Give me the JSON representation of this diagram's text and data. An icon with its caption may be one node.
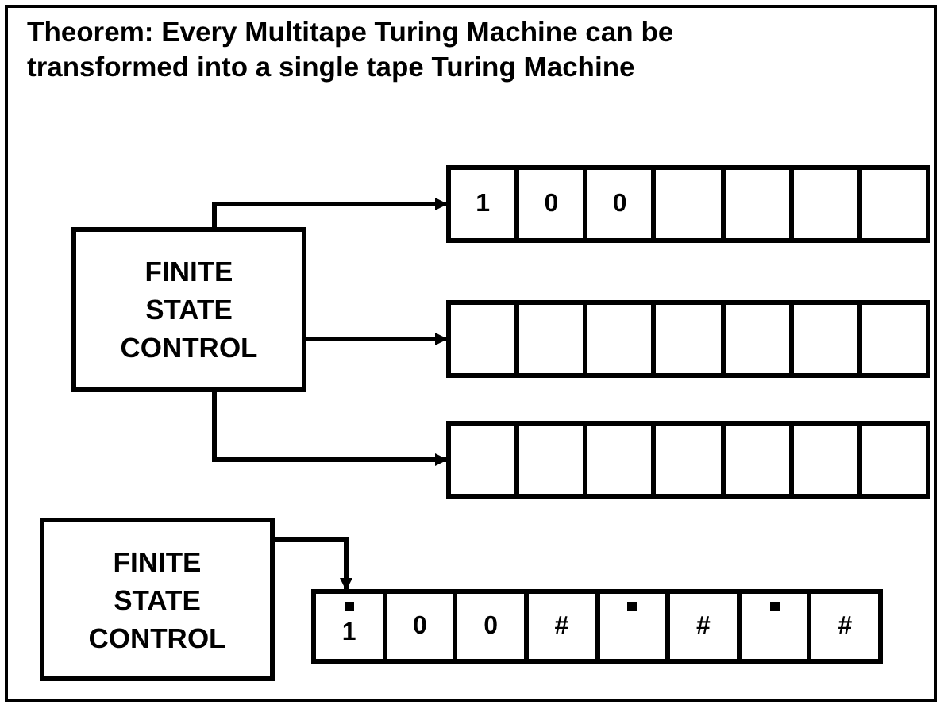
{
  "diagram": {
    "title": "Theorem: Every Multitape Turing Machine can be transformed into a single tape Turing Machine",
    "nodes": [
      {
        "text": [
          "FINITE STATE CONTROL"
        ]
      },
      {
        "text": [],
        "shape": "box"
      },
      {
        "text": [
          "1"
        ],
        "in": 1
      },
      {
        "text": [
          "0"
        ],
        "in": 1
      },
      {
        "text": [
          "0"
        ],
        "in": 1
      },
      {
        "text": [],
        "shape": "box",
        "in": 1
      },
      {
        "text": [],
        "shape": "box",
        "in": 1
      },
      {
        "text": [],
        "shape": "box",
        "in": 1
      },
      {
        "text": [],
        "shape": "box",
        "in": 1
      },
      {
        "text": [],
        "shape": "box"
      },
      {
        "text": [],
        "shape": "box",
        "in": 9
      },
      {
        "text": [],
        "shape": "box",
        "in": 9
      },
      {
        "text": [],
        "shape": "box",
        "in": 9
      },
      {
        "text": [],
        "shape": "box",
        "in": 9
      },
      {
        "text": [],
        "shape": "box",
        "in": 9
      },
      {
        "text": [],
        "shape": "box",
        "in": 9
      },
      {
        "text": [],
        "shape": "box",
        "in": 9
      },
      {
        "text": [],
        "shape": "box"
      },
      {
        "text": [],
        "shape": "box",
        "in": 17
      },
      {
        "text": [],
        "shape": "box",
        "in": 17
      },
      {
        "text": [],
        "shape": "box",
        "in": 17
      },
      {
        "text": [],
        "shape": "box",
        "in": 17
      },
      {
        "text": [],
        "shape": "box",
        "in": 17
      },
      {
        "text": [],
        "shape": "box",
        "in": 17
      },
      {
        "text": [],
        "shape": "box",
        "in": 17
      },
      {
        "text": [
          "FINITE STATE CONTROL"
        ]
      },
      {
        "text": [],
        "shape": "box"
      },
      {
        "text": [
          "1"
        ],
        "in": 26
      },
      {
        "text": [
          "0"
        ],
        "in": 26
      },
      {
        "text": [
          "0"
        ],
        "in": 26
      },
      {
        "text": [
          "#"
        ],
        "in": 26
      },
      {
        "text": [],
        "shape": "box",
        "in": 26
      },
      {
        "text": [
          "#"
        ],
        "in": 26
      },
      {
        "text": [],
        "shape": "box",
        "in": 26
      },
      {
        "text": [
          "#"
        ],
        "in": 26
      }
    ],
    "edges": [
      {
        "from": 0,
        "to": 1,
        "arrow": "to"
      },
      {
        "from": 0,
        "to": 9,
        "arrow": "to"
      },
      {
        "from": 0,
        "to": 17,
        "arrow": "to"
      },
      {
        "from": 25,
        "to": 26,
        "arrow": "to"
      }
    ]
  }
}
